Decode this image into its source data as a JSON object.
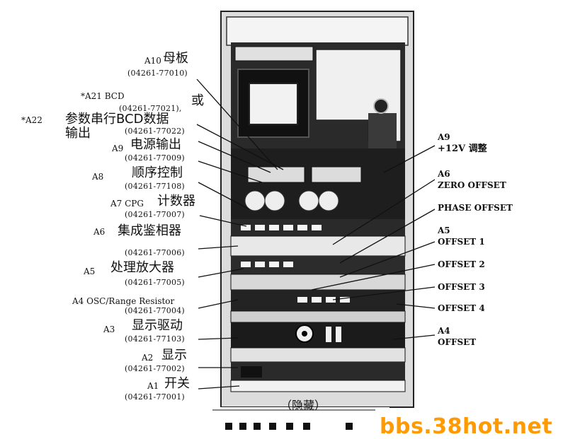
{
  "left_labels": [
    {
      "id": "a10",
      "slot": "A10",
      "name": "母板",
      "code": "(04261-77010)"
    },
    {
      "id": "a21",
      "slot": "*A21 BCD",
      "name": "或",
      "code": "(04261-77021),"
    },
    {
      "id": "a22",
      "slot": "*A22",
      "name": "参数串行BCD数据",
      "name2": "输出",
      "code": "(04261-77022)"
    },
    {
      "id": "a9",
      "slot": "A9",
      "name": "电源输出",
      "code": "(04261-77009)"
    },
    {
      "id": "a8",
      "slot": "A8",
      "name": "顺序控制",
      "code": "(04261-77108)"
    },
    {
      "id": "a7",
      "slot": "A7 CPG",
      "name": "计数器",
      "code": "(04261-77007)"
    },
    {
      "id": "a6",
      "slot": "A6",
      "name": "集成鉴相器",
      "code": "(04261-77006)"
    },
    {
      "id": "a5",
      "slot": "A5",
      "name": "处理放大器",
      "code": "(04261-77005)"
    },
    {
      "id": "a4",
      "slot": "A4 OSC/Range Resistor",
      "name": "",
      "code": "(04261-77004)"
    },
    {
      "id": "a3",
      "slot": "A3",
      "name": "显示驱动",
      "code": "(04261-77103)"
    },
    {
      "id": "a2",
      "slot": "A2",
      "name": "显示",
      "code": "(04261-77002)"
    },
    {
      "id": "a1",
      "slot": "A1",
      "name": "开关",
      "code": "(04261-77001)"
    }
  ],
  "right_labels": {
    "a9_slot": "A9",
    "a9_adj": "+12V 调整",
    "a6_slot": "A6",
    "zero_offset": "ZERO OFFSET",
    "phase_offset": "PHASE OFFSET",
    "a5_slot": "A5",
    "offset1": "OFFSET 1",
    "offset2": "OFFSET 2",
    "offset3": "OFFSET 3",
    "offset4": "OFFSET 4",
    "a4_slot": "A4",
    "a4_offset": "OFFSET"
  },
  "hidden_label": "（隐藏）",
  "watermark": "bbs.38hot.net",
  "colors": {
    "watermark": "#ff9a00",
    "ink": "#111111",
    "photo_dark": "#1a1a1a",
    "photo_light": "#e8e8e8"
  }
}
